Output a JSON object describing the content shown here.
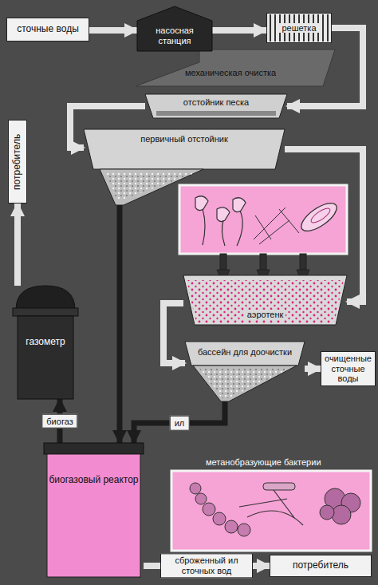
{
  "diagram": {
    "nodes": [
      {
        "text": [
          "сточные воды"
        ]
      },
      {
        "text": [
          "насосная станция"
        ]
      },
      {
        "text": [
          "решетка"
        ]
      },
      {
        "text": [
          "отстойник песка"
        ]
      },
      {
        "text": [
          "первичный отстойник"
        ]
      },
      {
        "text": [
          "аэротенк"
        ]
      },
      {
        "text": [
          "бассейн для доочистки"
        ]
      },
      {
        "text": [
          "очищенные сточные воды"
        ]
      },
      {
        "text": [
          "газометр"
        ]
      },
      {
        "text": [
          "биогазовый реактор"
        ]
      },
      {
        "text": [
          "потребитель"
        ]
      },
      {
        "text": [
          "потребитель"
        ]
      }
    ],
    "edges": [
      {
        "from": 0,
        "to": 1,
        "arrow": "to"
      },
      {
        "from": 1,
        "to": 2,
        "arrow": "to"
      },
      {
        "from": 2,
        "to": 3,
        "arrow": "to"
      },
      {
        "from": 3,
        "to": 4,
        "arrow": "to"
      },
      {
        "from": 4,
        "to": 5,
        "arrow": "to"
      },
      {
        "from": 5,
        "to": 6,
        "arrow": "to"
      },
      {
        "from": 6,
        "to": 7,
        "arrow": "to"
      },
      {
        "from": 4,
        "to": 9,
        "arrow": "to"
      },
      {
        "from": 6,
        "to": 9,
        "label": "ил",
        "arrow": "to"
      },
      {
        "from": 9,
        "to": 8,
        "label": "биогаз",
        "arrow": "to"
      },
      {
        "from": 8,
        "to": 10,
        "arrow": "to"
      },
      {
        "from": 9,
        "to": 11,
        "label": "сброженный ил сточных вод",
        "arrow": "to"
      }
    ],
    "labels": [
      "механическая очистка",
      "метанобразующие бактерии"
    ]
  }
}
